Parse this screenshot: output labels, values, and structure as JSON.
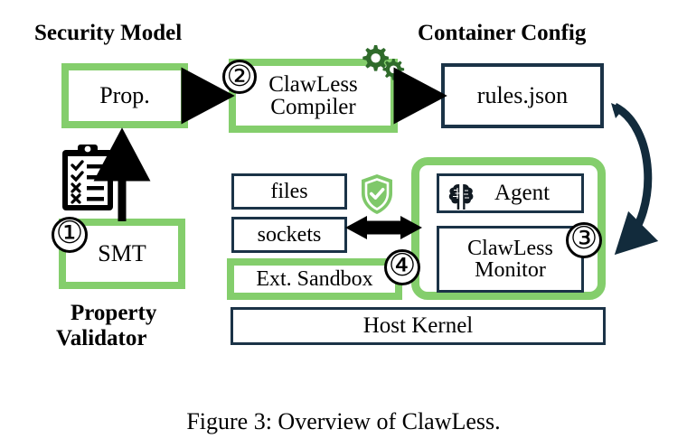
{
  "figure": {
    "caption": "Figure 3: Overview of ClawLess."
  },
  "groups": {
    "security_model": "Security Model",
    "container_config": "Container Config",
    "property_validator_line1": "Property",
    "property_validator_line2": "Validator"
  },
  "nodes": {
    "prop": "Prop.",
    "smt": "SMT",
    "compiler_line1": "ClawLess",
    "compiler_line2": "Compiler",
    "rules": "rules.json",
    "files": "files",
    "sockets": "sockets",
    "sandbox": "Ext. Sandbox",
    "host_kernel": "Host Kernel",
    "agent": "Agent",
    "monitor_line1": "ClawLess",
    "monitor_line2": "Monitor"
  },
  "steps": {
    "one": "①",
    "two": "②",
    "three": "③",
    "four": "④"
  },
  "icons": {
    "clipboard": "clipboard-checklist-icon",
    "gears": "gears-icon",
    "shield": "shield-check-icon",
    "brain": "brain-icon"
  },
  "colors": {
    "green": "#84ce6c",
    "dark_green": "#2f6b2b",
    "navy": "#1b3347",
    "black": "#000000",
    "shield_green": "#7fc86a"
  }
}
